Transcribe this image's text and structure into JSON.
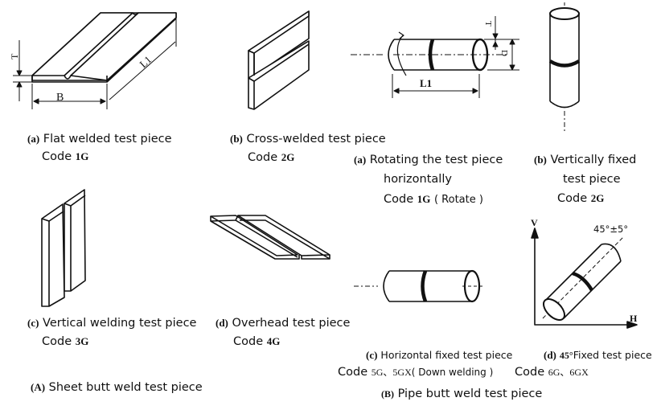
{
  "sheet": {
    "title_tag": "(A)",
    "title": "Sheet butt weld test piece",
    "items": [
      {
        "tag": "(a)",
        "label": "Flat welded test piece",
        "code_prefix": "Code",
        "code": "1G"
      },
      {
        "tag": "(b)",
        "label": "Cross-welded test piece",
        "code_prefix": "Code",
        "code": "2G"
      },
      {
        "tag": "(c)",
        "label": "Vertical welding test piece",
        "code_prefix": "Code",
        "code": "3G"
      },
      {
        "tag": "(d)",
        "label": "Overhead test piece",
        "code_prefix": "Code",
        "code": "4G"
      }
    ],
    "dims": {
      "thickness": "T",
      "width": "B",
      "length": "L1"
    }
  },
  "pipe": {
    "title_tag": "(B)",
    "title": "Pipe butt weld test piece",
    "items": [
      {
        "tag": "(a)",
        "label": "Rotating the test piece",
        "label2": "horizontally",
        "code_prefix": "Code",
        "code": "1G",
        "code_suffix": "( Rotate )"
      },
      {
        "tag": "(b)",
        "label": "Vertically fixed",
        "label2": "test piece",
        "code_prefix": "Code",
        "code": "2G"
      },
      {
        "tag": "(c)",
        "label": "Horizontal fixed test piece",
        "code_prefix": "Code",
        "code": "5G、5GX",
        "code_suffix": "( Down welding )"
      },
      {
        "tag": "(d)",
        "label_prefix": "45°",
        "label": "Fixed test piece",
        "code_prefix": "Code",
        "code": "6G、6GX"
      }
    ],
    "dims": {
      "thickness": "T",
      "diameter": "D",
      "length": "L1",
      "angle": "45°±5°",
      "axis_v": "V",
      "axis_h": "H"
    }
  }
}
